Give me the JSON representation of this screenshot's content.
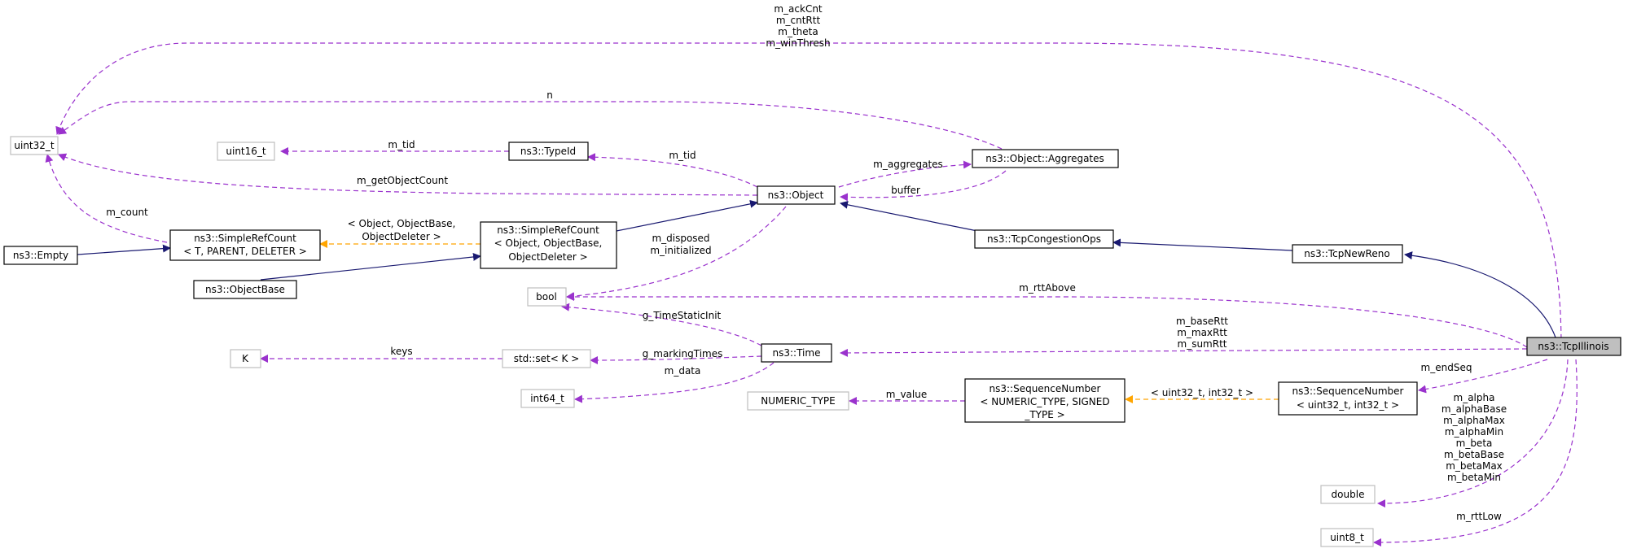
{
  "colors": {
    "usage": "#9a32cd",
    "inherit": "#191970",
    "template": "#ffa500",
    "external_border": "#bfbfbf",
    "focus_fill": "#bfbfbf"
  },
  "nodes": {
    "uint32_t": [
      "uint32_t"
    ],
    "uint16_t": [
      "uint16_t"
    ],
    "empty": [
      "ns3::Empty"
    ],
    "objectbase": [
      "ns3::ObjectBase"
    ],
    "K": [
      "K"
    ],
    "typeid": [
      "ns3::TypeId"
    ],
    "simplerefcount_tpl": [
      "ns3::SimpleRefCount",
      "< T, PARENT, DELETER >"
    ],
    "simplerefcount_obj": [
      "ns3::SimpleRefCount",
      "< Object, ObjectBase,",
      "ObjectDeleter >"
    ],
    "bool": [
      "bool"
    ],
    "stdset": [
      "std::set< K >"
    ],
    "int64_t": [
      "int64_t"
    ],
    "numeric_type": [
      "NUMERIC_TYPE"
    ],
    "object": [
      "ns3::Object"
    ],
    "aggregates": [
      "ns3::Object::Aggregates"
    ],
    "tcpcongestionops": [
      "ns3::TcpCongestionOps"
    ],
    "time": [
      "ns3::Time"
    ],
    "seqnum_tpl": [
      "ns3::SequenceNumber",
      "< NUMERIC_TYPE, SIGNED",
      "_TYPE >"
    ],
    "tcpnewreno": [
      "ns3::TcpNewReno"
    ],
    "seqnum_u32": [
      "ns3::SequenceNumber",
      "< uint32_t, int32_t >"
    ],
    "double": [
      "double"
    ],
    "uint8_t": [
      "uint8_t"
    ],
    "tcpillinois": [
      "ns3::TcpIllinois"
    ]
  },
  "edge_labels": {
    "ack_group": [
      "m_ackCnt",
      "m_cntRtt",
      "m_theta",
      "m_winThresh"
    ],
    "n": [
      "n"
    ],
    "m_tid_uint16": [
      "m_tid"
    ],
    "m_tid_typeid": [
      "m_tid"
    ],
    "m_getObjectCount": [
      "m_getObjectCount"
    ],
    "m_aggregates": [
      "m_aggregates"
    ],
    "buffer": [
      "buffer"
    ],
    "m_count": [
      "m_count"
    ],
    "template_args_object": [
      "< Object, ObjectBase,",
      "ObjectDeleter >"
    ],
    "disposed_group": [
      "m_disposed",
      "m_initialized"
    ],
    "m_rttAbove": [
      "m_rttAbove"
    ],
    "g_TimeStaticInit": [
      "g_TimeStaticInit"
    ],
    "rtt_group": [
      "m_baseRtt",
      "m_maxRtt",
      "m_sumRtt"
    ],
    "keys": [
      "keys"
    ],
    "g_markingTimes": [
      "g_markingTimes"
    ],
    "m_data": [
      "m_data"
    ],
    "m_value": [
      "m_value"
    ],
    "template_args_u32": [
      "< uint32_t, int32_t >"
    ],
    "m_endSeq": [
      "m_endSeq"
    ],
    "alpha_group": [
      "m_alpha",
      "m_alphaBase",
      "m_alphaMax",
      "m_alphaMin",
      "m_beta",
      "m_betaBase",
      "m_betaMax",
      "m_betaMin"
    ],
    "m_rttLow": [
      "m_rttLow"
    ]
  }
}
